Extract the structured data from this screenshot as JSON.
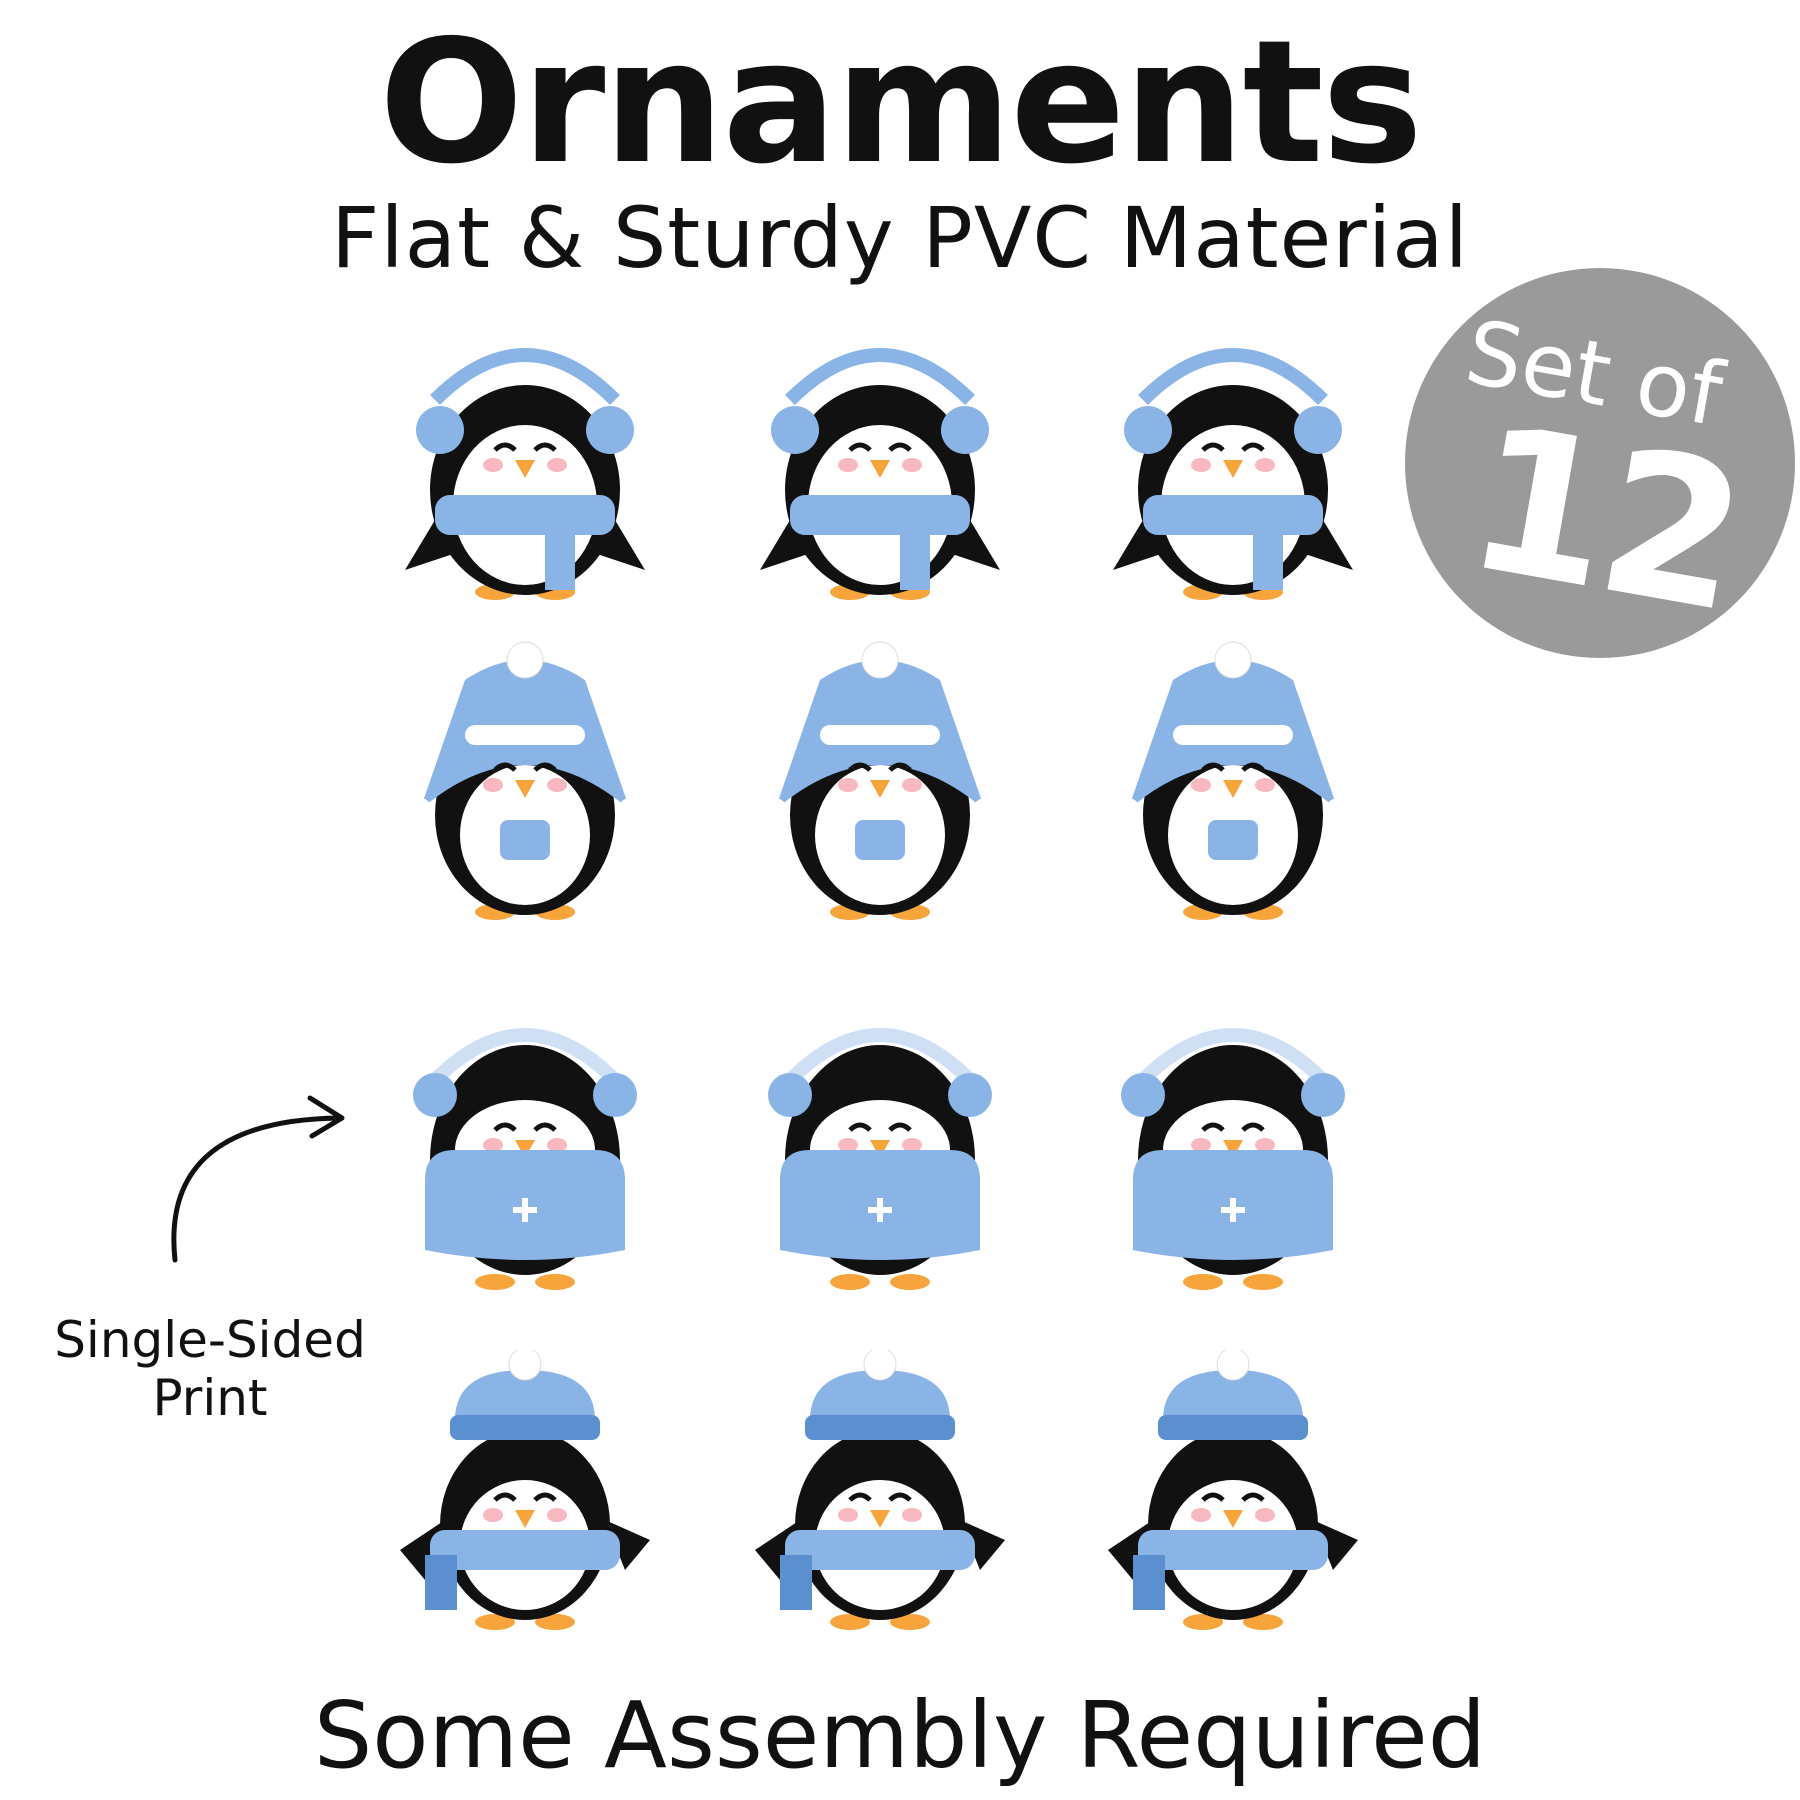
{
  "header": {
    "title": "Ornaments",
    "subtitle": "Flat & Sturdy PVC Material"
  },
  "badge": {
    "set_of": "Set of",
    "count": "12"
  },
  "note": {
    "line1": "Single-Sided",
    "line2": "Print"
  },
  "footer": {
    "text": "Some Assembly Required"
  },
  "colors": {
    "blue": "#8ab4e6",
    "dark_blue": "#5c8fd0",
    "black": "#111111",
    "beak": "#f7a43a",
    "cheek": "#f7b8c0",
    "badge": "#9a9a9a"
  },
  "ornaments": [
    {
      "design": "earmuffs-scarf",
      "count": 3
    },
    {
      "design": "hat-cocoa",
      "count": 3
    },
    {
      "design": "earmuffs-sweater",
      "count": 3
    },
    {
      "design": "beanie-scarf",
      "count": 3
    }
  ]
}
